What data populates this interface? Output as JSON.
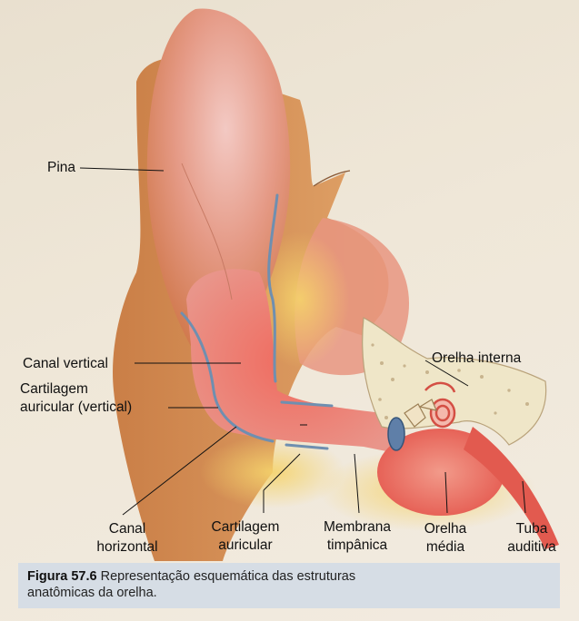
{
  "labels": {
    "pina": "Pina",
    "canal_vertical": "Canal vertical",
    "cartilagem_vertical_1": "Cartilagem",
    "cartilagem_vertical_2": "auricular (vertical)",
    "orelha_interna": "Orelha interna",
    "canal_horizontal_1": "Canal",
    "canal_horizontal_2": "horizontal",
    "cartilagem_auricular_1": "Cartilagem",
    "cartilagem_auricular_2": "auricular",
    "membrana_1": "Membrana",
    "membrana_2": "timpânica",
    "orelha_media_1": "Orelha",
    "orelha_media_2": "média",
    "tuba_1": "Tuba",
    "tuba_2": "auditiva"
  },
  "caption": {
    "figure": "Figura 57.6",
    "text_1": "Representação esquemática das estruturas",
    "text_2": "anatômicas da orelha."
  },
  "colors": {
    "skin": "#d9935f",
    "canal": "#e8574e",
    "cartilage_line": "#6f8fb0",
    "bone": "#efe6c8",
    "caption_bg": "#d6dde5"
  }
}
